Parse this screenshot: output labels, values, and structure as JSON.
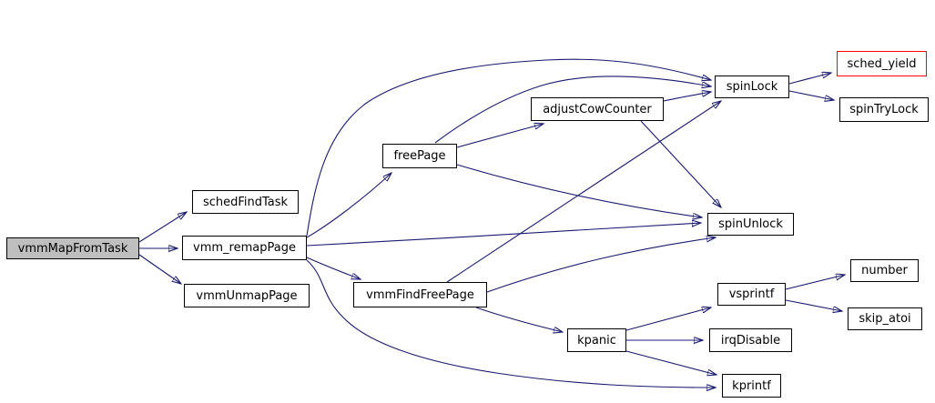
{
  "diagram": {
    "kind": "call-graph",
    "colors": {
      "edge": "#191970",
      "node_border": "#000000",
      "node_fill": "#ffffff",
      "root_node_fill": "#bfbfbf",
      "highlight_border": "#ff0000",
      "background": "#ffffff"
    },
    "nodes": [
      {
        "id": "vmmMapFromTask",
        "label": "vmmMapFromTask",
        "style": "root"
      },
      {
        "id": "schedFindTask",
        "label": "schedFindTask",
        "style": "normal"
      },
      {
        "id": "vmm_remapPage",
        "label": "vmm_remapPage",
        "style": "normal"
      },
      {
        "id": "vmmUnmapPage",
        "label": "vmmUnmapPage",
        "style": "normal"
      },
      {
        "id": "freePage",
        "label": "freePage",
        "style": "normal"
      },
      {
        "id": "adjustCowCounter",
        "label": "adjustCowCounter",
        "style": "normal"
      },
      {
        "id": "spinLock",
        "label": "spinLock",
        "style": "normal"
      },
      {
        "id": "sched_yield",
        "label": "sched_yield",
        "style": "highlight"
      },
      {
        "id": "spinTryLock",
        "label": "spinTryLock",
        "style": "normal"
      },
      {
        "id": "spinUnlock",
        "label": "spinUnlock",
        "style": "normal"
      },
      {
        "id": "vmmFindFreePage",
        "label": "vmmFindFreePage",
        "style": "normal"
      },
      {
        "id": "vsprintf",
        "label": "vsprintf",
        "style": "normal"
      },
      {
        "id": "number",
        "label": "number",
        "style": "normal"
      },
      {
        "id": "skip_atoi",
        "label": "skip_atoi",
        "style": "normal"
      },
      {
        "id": "kpanic",
        "label": "kpanic",
        "style": "normal"
      },
      {
        "id": "irqDisable",
        "label": "irqDisable",
        "style": "normal"
      },
      {
        "id": "kprintf",
        "label": "kprintf",
        "style": "normal"
      }
    ],
    "edges": [
      {
        "from": "vmmMapFromTask",
        "to": "schedFindTask"
      },
      {
        "from": "vmmMapFromTask",
        "to": "vmm_remapPage"
      },
      {
        "from": "vmmMapFromTask",
        "to": "vmmUnmapPage"
      },
      {
        "from": "vmm_remapPage",
        "to": "freePage"
      },
      {
        "from": "vmm_remapPage",
        "to": "spinLock"
      },
      {
        "from": "vmm_remapPage",
        "to": "spinUnlock"
      },
      {
        "from": "vmm_remapPage",
        "to": "vmmFindFreePage"
      },
      {
        "from": "vmm_remapPage",
        "to": "kprintf"
      },
      {
        "from": "freePage",
        "to": "adjustCowCounter"
      },
      {
        "from": "freePage",
        "to": "spinLock"
      },
      {
        "from": "freePage",
        "to": "spinUnlock"
      },
      {
        "from": "adjustCowCounter",
        "to": "spinLock"
      },
      {
        "from": "adjustCowCounter",
        "to": "spinUnlock"
      },
      {
        "from": "vmmFindFreePage",
        "to": "spinLock"
      },
      {
        "from": "vmmFindFreePage",
        "to": "spinUnlock"
      },
      {
        "from": "vmmFindFreePage",
        "to": "kpanic"
      },
      {
        "from": "kpanic",
        "to": "vsprintf"
      },
      {
        "from": "kpanic",
        "to": "irqDisable"
      },
      {
        "from": "kpanic",
        "to": "kprintf"
      },
      {
        "from": "vsprintf",
        "to": "number"
      },
      {
        "from": "vsprintf",
        "to": "skip_atoi"
      },
      {
        "from": "spinLock",
        "to": "sched_yield"
      },
      {
        "from": "spinLock",
        "to": "spinTryLock"
      }
    ]
  }
}
